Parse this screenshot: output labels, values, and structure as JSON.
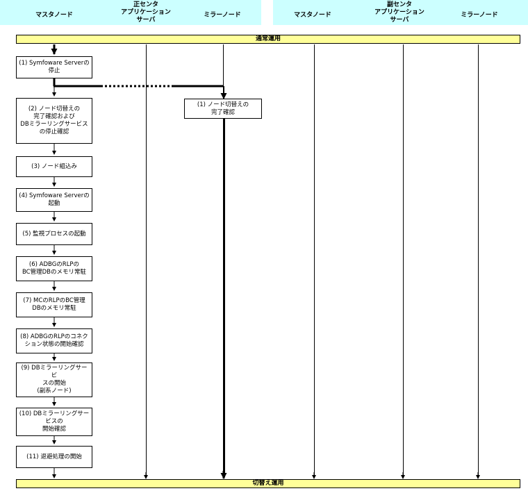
{
  "headers": {
    "primary_master": "マスタノード",
    "primary_center": "正センタ",
    "primary_app_server": "アプリケーション\nサーバ",
    "primary_mirror": "ミラーノード",
    "secondary_master": "マスタノード",
    "secondary_center": "副センタ",
    "secondary_app_server": "アプリケーション\nサーバ",
    "secondary_mirror": "ミラーノード"
  },
  "bands": {
    "top": "通常運用",
    "bottom": "切替え運用"
  },
  "master_steps": [
    "(1) Symfoware Serverの\n停止",
    "(2) ノード切替えの\n完了確認および\nDBミラーリングサービス\nの停止確認",
    "(3) ノード組込み",
    "(4) Symfoware Serverの\n起動",
    "(5) 監視プロセスの起動",
    "(6) ADBGのRLPの\nBC管理DBのメモリ常駐",
    "(7) MCのRLPのBC管理\nDBのメモリ常駐",
    "(8) ADBGのRLPのコネク\nション状態の開始確認",
    "(9) DBミラーリングサービ\nスの開始\n(副系ノード)",
    "(10) DBミラーリングサー\nビスの\n開始確認",
    "(11) 退避処理の開始"
  ],
  "mirror_step": "(1) ノード切替えの\n完了確認"
}
